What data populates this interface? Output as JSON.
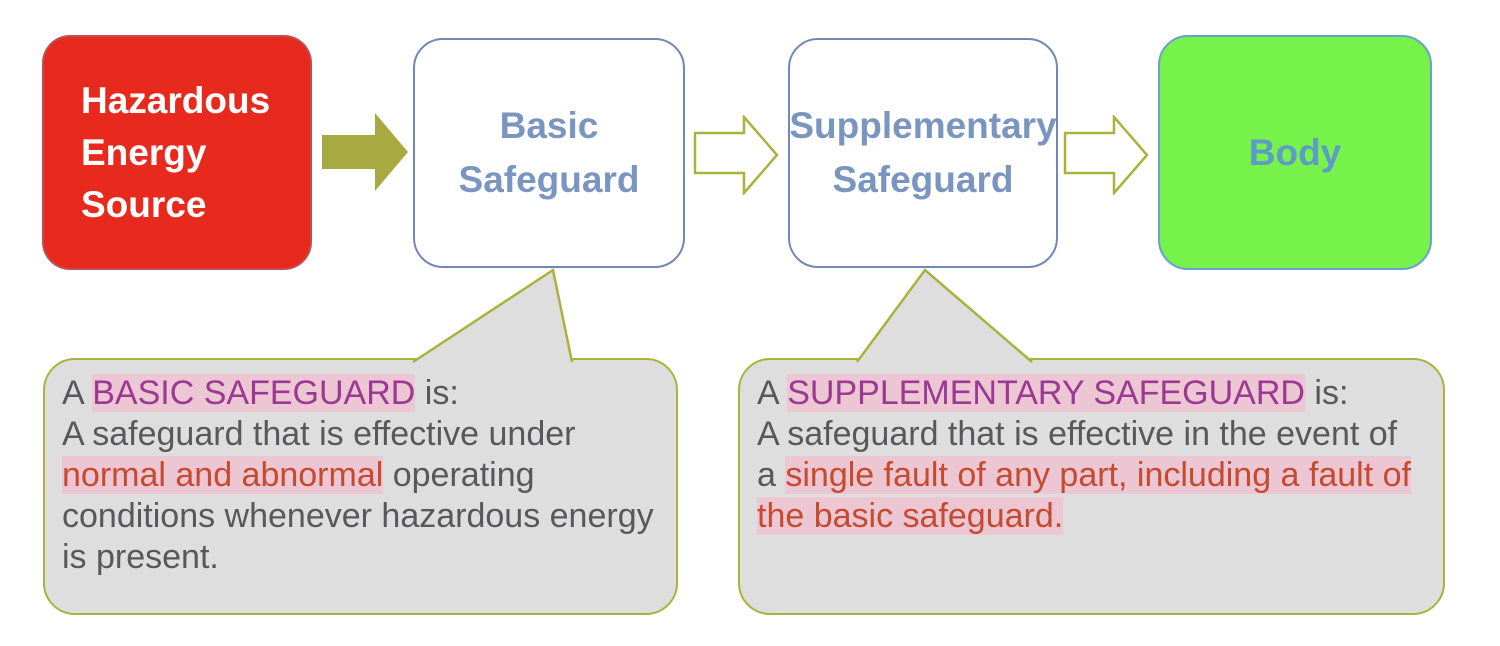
{
  "flow": {
    "source": {
      "line1": "Hazardous",
      "line2": "Energy",
      "line3": "Source"
    },
    "basic": {
      "line1": "Basic",
      "line2": "Safeguard"
    },
    "supplementary": {
      "line1": "Supplementary",
      "line2": "Safeguard"
    },
    "body": {
      "label": "Body"
    }
  },
  "callouts": {
    "basic": {
      "l1a": "A ",
      "l1b": "BASIC SAFEGUARD",
      "l1c": " is:",
      "l2": "A safeguard that is effective under",
      "l3a": "normal and abnormal",
      "l3b": " operating",
      "l4": "conditions whenever hazardous energy",
      "l5": "is present."
    },
    "supplementary": {
      "l1a": "A ",
      "l1b": "SUPPLEMENTARY SAFEGUARD",
      "l1c": " is:",
      "l2": "A safeguard that is effective in the event of",
      "l3a": "a ",
      "l3b": "single fault of any part, including a fault of",
      "l4": "the basic safeguard."
    }
  },
  "colors": {
    "hazard_red": "#e8291d",
    "body_green": "#76f24b",
    "solid_arrow_olive": "#a6aa41",
    "outline_arrow_olive": "#a9b23c",
    "bubble_border_olive": "#a9b23c",
    "bubble_gray": "#dedede",
    "box_border_blue": "#7288b8",
    "heading_blue": "#7a95bf",
    "body_label_blue": "#5c9cc6",
    "definition_purple": "#9b3894",
    "definition_red": "#c64a2e",
    "definition_gray": "#58585a",
    "highlight_pink": "#f8b2c8"
  }
}
